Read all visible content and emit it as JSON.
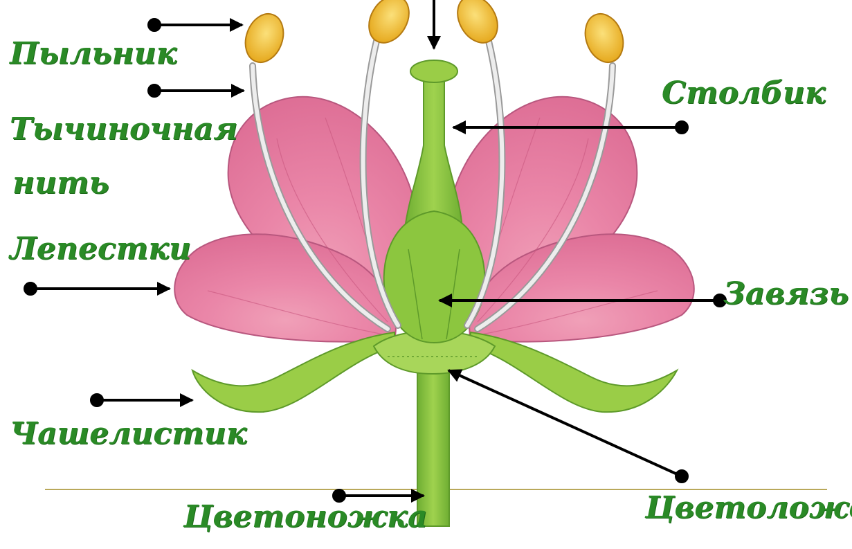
{
  "labels": {
    "anther": "Пыльник",
    "filament_line1": "Тычиночная",
    "filament_line2": "нить",
    "petals": "Лепестки",
    "sepal": "Чашелистик",
    "peduncle": "Цветоножка",
    "style": "Столбик",
    "ovary": "Завязь",
    "receptacle": "Цветоложе"
  },
  "colors": {
    "label_text": "#2a8a26",
    "petal": "#e87aa0",
    "petal_dark": "#c94f7c",
    "green": "#8cc63f",
    "green_dark": "#5e9a2a",
    "anther": "#f2c233",
    "filament": "#e6e6e6",
    "pointer": "#000000",
    "ground_line": "#b9a85a"
  }
}
